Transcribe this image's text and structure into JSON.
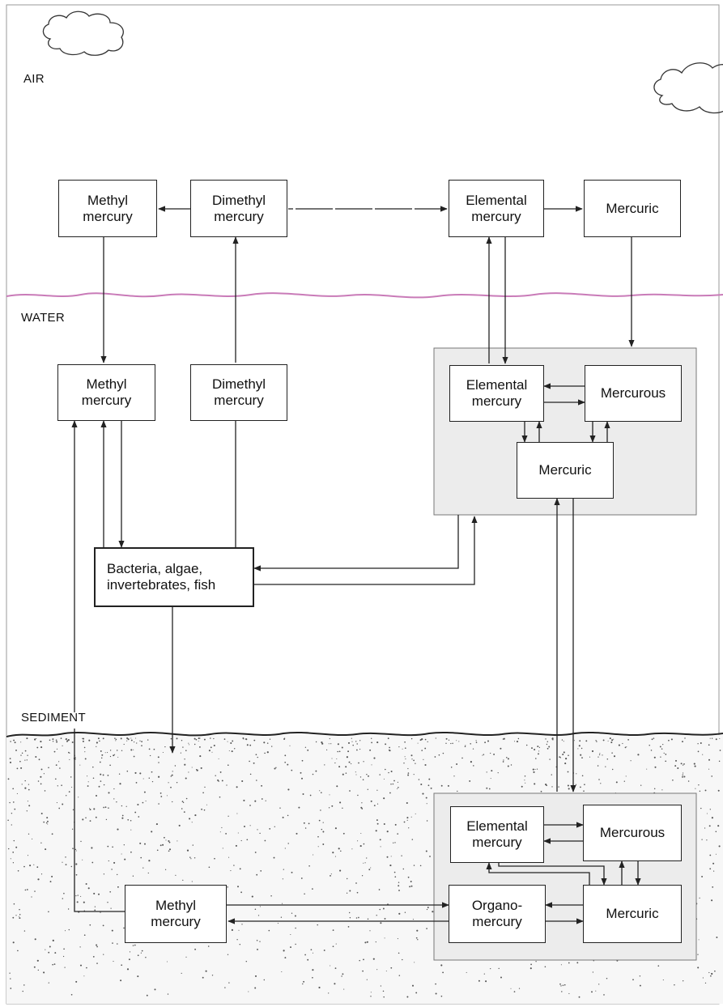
{
  "zones": {
    "air": "AIR",
    "water": "WATER",
    "sediment": "SEDIMENT"
  },
  "air": {
    "methyl_mercury": "Methyl\nmercury",
    "dimethyl_mercury": "Dimethyl\nmercury",
    "elemental_mercury": "Elemental\nmercury",
    "mercuric": "Mercuric"
  },
  "water": {
    "methyl_mercury": "Methyl\nmercury",
    "dimethyl_mercury": "Dimethyl\nmercury",
    "elemental_mercury": "Elemental\nmercury",
    "mercurous": "Mercurous",
    "mercuric": "Mercuric",
    "biota": "Bacteria, algae,\ninvertebrates, fish"
  },
  "sediment": {
    "elemental_mercury": "Elemental\nmercury",
    "mercurous": "Mercurous",
    "organo_mercury": "Organo-\nmercury",
    "mercuric": "Mercuric",
    "methyl_mercury": "Methyl\nmercury"
  },
  "colors": {
    "water_surface": "#c97bb8",
    "panel_fill": "#ececec",
    "line": "#222222"
  }
}
